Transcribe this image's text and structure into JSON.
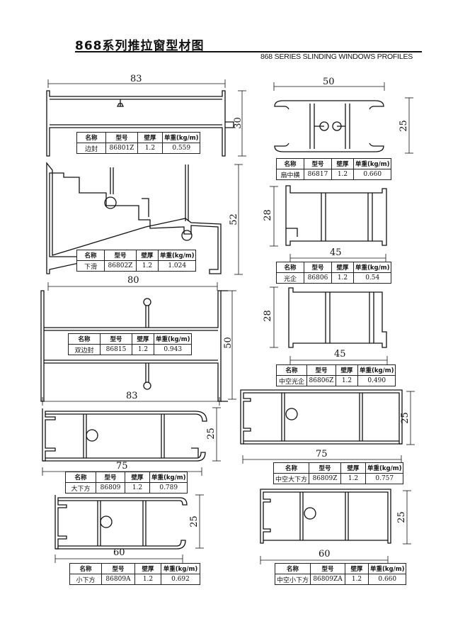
{
  "title_cn": "868系列推拉窗型材图",
  "title_en": "868 SERIES SLINDING WINDOWS PROFILES",
  "table_header": {
    "name": "名称",
    "model": "型号",
    "wall": "壁厚",
    "weight": "单重(kg/m)"
  },
  "profiles": [
    {
      "name": "边封",
      "model": "86801Z",
      "wall": "1.2",
      "weight": "0.559",
      "dims": [
        "83",
        "30"
      ]
    },
    {
      "name": "扇中横",
      "model": "86817",
      "wall": "1.2",
      "weight": "0.660",
      "dims": [
        "50",
        "25"
      ]
    },
    {
      "name": "下滑",
      "model": "86802Z",
      "wall": "1.2",
      "weight": "1.024",
      "dims": [
        "80",
        "52"
      ]
    },
    {
      "name": "光企",
      "model": "86806",
      "wall": "1.2",
      "weight": "0.54",
      "dims": [
        "45",
        "28"
      ]
    },
    {
      "name": "双边封",
      "model": "86815",
      "wall": "1.2",
      "weight": "0.943",
      "dims": [
        "83",
        "50"
      ]
    },
    {
      "name": "中空光企",
      "model": "86806Z",
      "wall": "1.2",
      "weight": "0.490",
      "dims": [
        "45",
        "28"
      ]
    },
    {
      "name": "大下方",
      "model": "86809",
      "wall": "1.2",
      "weight": "0.789",
      "dims": [
        "75",
        "25"
      ]
    },
    {
      "name": "中空大下方",
      "model": "86809Z",
      "wall": "1.2",
      "weight": "0.757",
      "dims": [
        "75",
        "25"
      ]
    },
    {
      "name": "小下方",
      "model": "86809A",
      "wall": "1.2",
      "weight": "0.692",
      "dims": [
        "60",
        "25"
      ]
    },
    {
      "name": "中空小下方",
      "model": "86809ZA",
      "wall": "1.2",
      "weight": "0.660",
      "dims": [
        "60",
        "25"
      ]
    }
  ]
}
